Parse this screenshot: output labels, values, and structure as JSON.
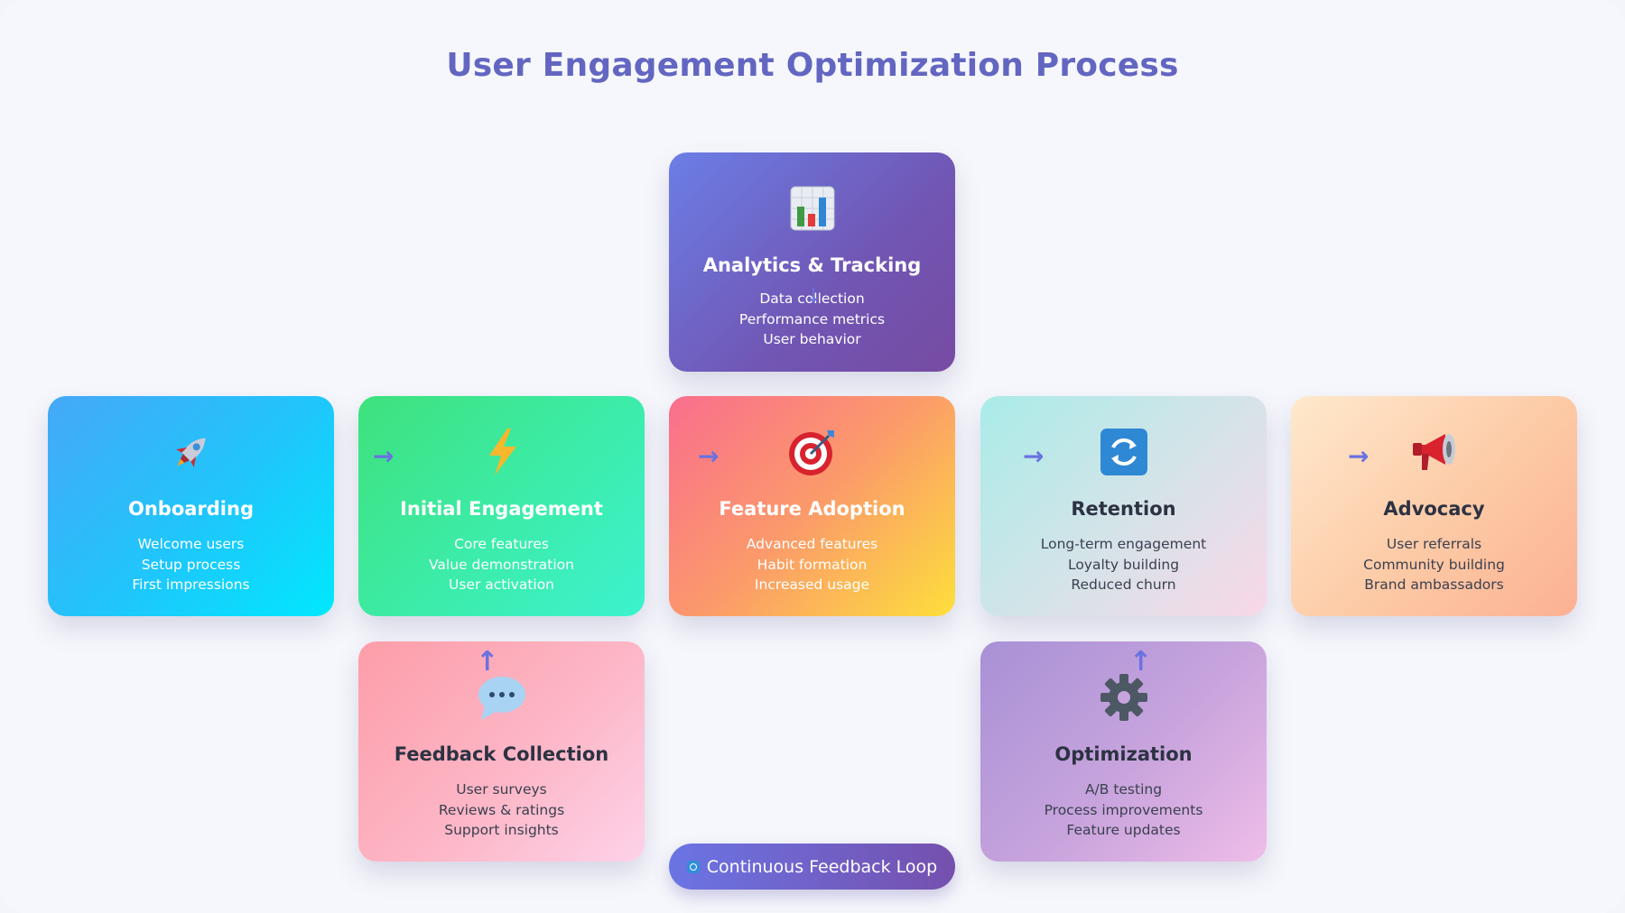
{
  "title": "User Engagement Optimization Process",
  "stages": {
    "analytics": {
      "title": "Analytics & Tracking",
      "icon": "bar-chart-icon",
      "lines": [
        "Data collection",
        "Performance metrics",
        "User behavior"
      ]
    },
    "onboarding": {
      "title": "Onboarding",
      "icon": "rocket-icon",
      "lines": [
        "Welcome users",
        "Setup process",
        "First impressions"
      ]
    },
    "initial_engagement": {
      "title": "Initial Engagement",
      "icon": "lightning-icon",
      "lines": [
        "Core features",
        "Value demonstration",
        "User activation"
      ]
    },
    "feature_adoption": {
      "title": "Feature Adoption",
      "icon": "target-icon",
      "lines": [
        "Advanced features",
        "Habit formation",
        "Increased usage"
      ]
    },
    "retention": {
      "title": "Retention",
      "icon": "refresh-icon",
      "lines": [
        "Long-term engagement",
        "Loyalty building",
        "Reduced churn"
      ]
    },
    "advocacy": {
      "title": "Advocacy",
      "icon": "megaphone-icon",
      "lines": [
        "User referrals",
        "Community building",
        "Brand ambassadors"
      ]
    },
    "feedback": {
      "title": "Feedback Collection",
      "icon": "speech-bubble-icon",
      "lines": [
        "User surveys",
        "Reviews & ratings",
        "Support insights"
      ]
    },
    "optimization": {
      "title": "Optimization",
      "icon": "gear-icon",
      "lines": [
        "A/B testing",
        "Process improvements",
        "Feature updates"
      ]
    }
  },
  "loop_label": "Continuous Feedback Loop",
  "colors": {
    "title": "#6366c1",
    "arrow": "#6a72e0"
  }
}
